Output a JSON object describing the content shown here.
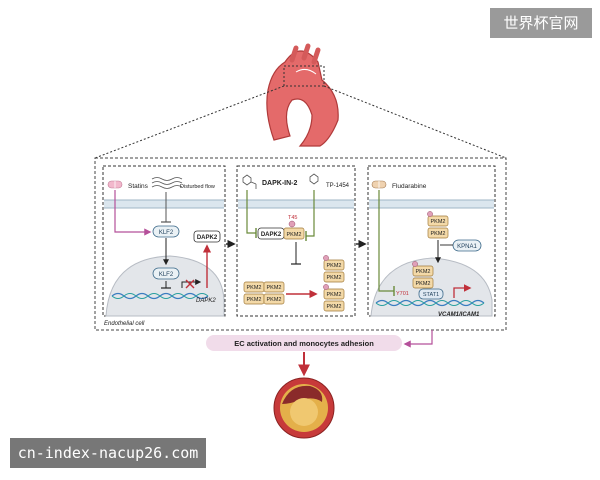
{
  "panel1": {
    "statins": "Statins",
    "disturbed_flow": "Disturbed flow",
    "klf2_top": "KLF2",
    "klf2_nucleus": "KLF2",
    "dapk2_protein": "DAPK2",
    "dapk2_gene": "DAPK2",
    "cell_label": "Endothelial cell"
  },
  "panel2": {
    "inhibitor1": "DAPK-IN-2",
    "inhibitor2": "TP-1454",
    "site": "T45",
    "dapk2": "DAPK2",
    "pkm2": "PKM2"
  },
  "panel3": {
    "drug": "Fludarabine",
    "pkm2": "PKM2",
    "kpna1": "KPNA1",
    "y701": "Y701",
    "stat1": "STAT1",
    "genes": "VCAM1/ICAM1"
  },
  "outcome": "EC activation and monocytes adhesion",
  "watermarks": {
    "top": "世界杯官网",
    "bottom": "cn-index-nacup26.com"
  },
  "colors": {
    "purple_arrow": "#b5509a",
    "green_arrow": "#6a8a3a",
    "red_arrow": "#c0303a",
    "pkm2_fill": "#f3d9a8",
    "outcome_fill": "#f1dcea"
  }
}
